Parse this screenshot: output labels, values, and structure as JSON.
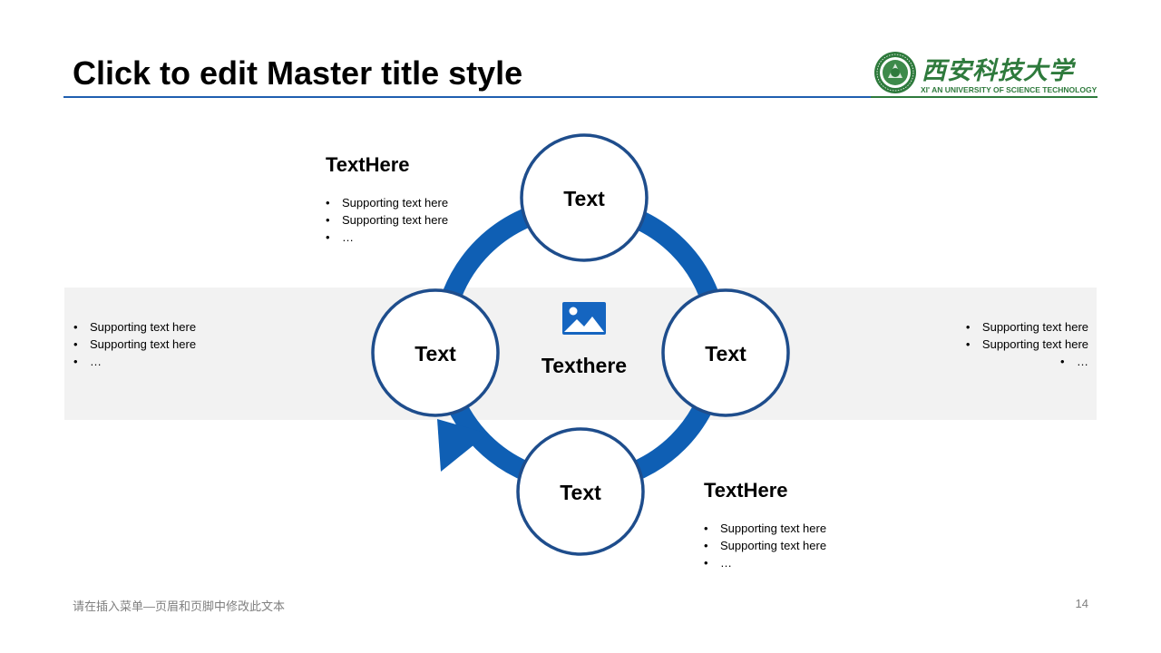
{
  "slide": {
    "title": "Click to edit Master title style",
    "footer": "请在插入菜单—页眉和页脚中修改此文本",
    "page_number": "14"
  },
  "logo": {
    "name_cn": "西安科技大学",
    "name_en": "XI' AN UNIVERSITY OF SCIENCE TECHNOLOGY"
  },
  "colors": {
    "accent_blue": "#0f5fb4",
    "circle_border": "#1e4d8c",
    "logo_green": "#2e7a3c",
    "band_gray": "#f2f2f2"
  },
  "diagram": {
    "center": {
      "icon": "image-icon",
      "label": "Texthere"
    },
    "nodes": [
      {
        "label": "Text"
      },
      {
        "label": "Text"
      },
      {
        "label": "Text"
      },
      {
        "label": "Text"
      }
    ]
  },
  "callouts": {
    "top_left": {
      "heading": "TextHere",
      "bullets": [
        "Supporting text here",
        "Supporting text here",
        "…"
      ]
    },
    "bottom_right": {
      "heading": "TextHere",
      "bullets": [
        "Supporting text here",
        "Supporting text here",
        "…"
      ]
    },
    "left_band": {
      "bullets": [
        "Supporting text here",
        "Supporting text here",
        "…"
      ]
    },
    "right_band": {
      "bullets": [
        "Supporting text here",
        "Supporting text here",
        "…"
      ]
    }
  }
}
